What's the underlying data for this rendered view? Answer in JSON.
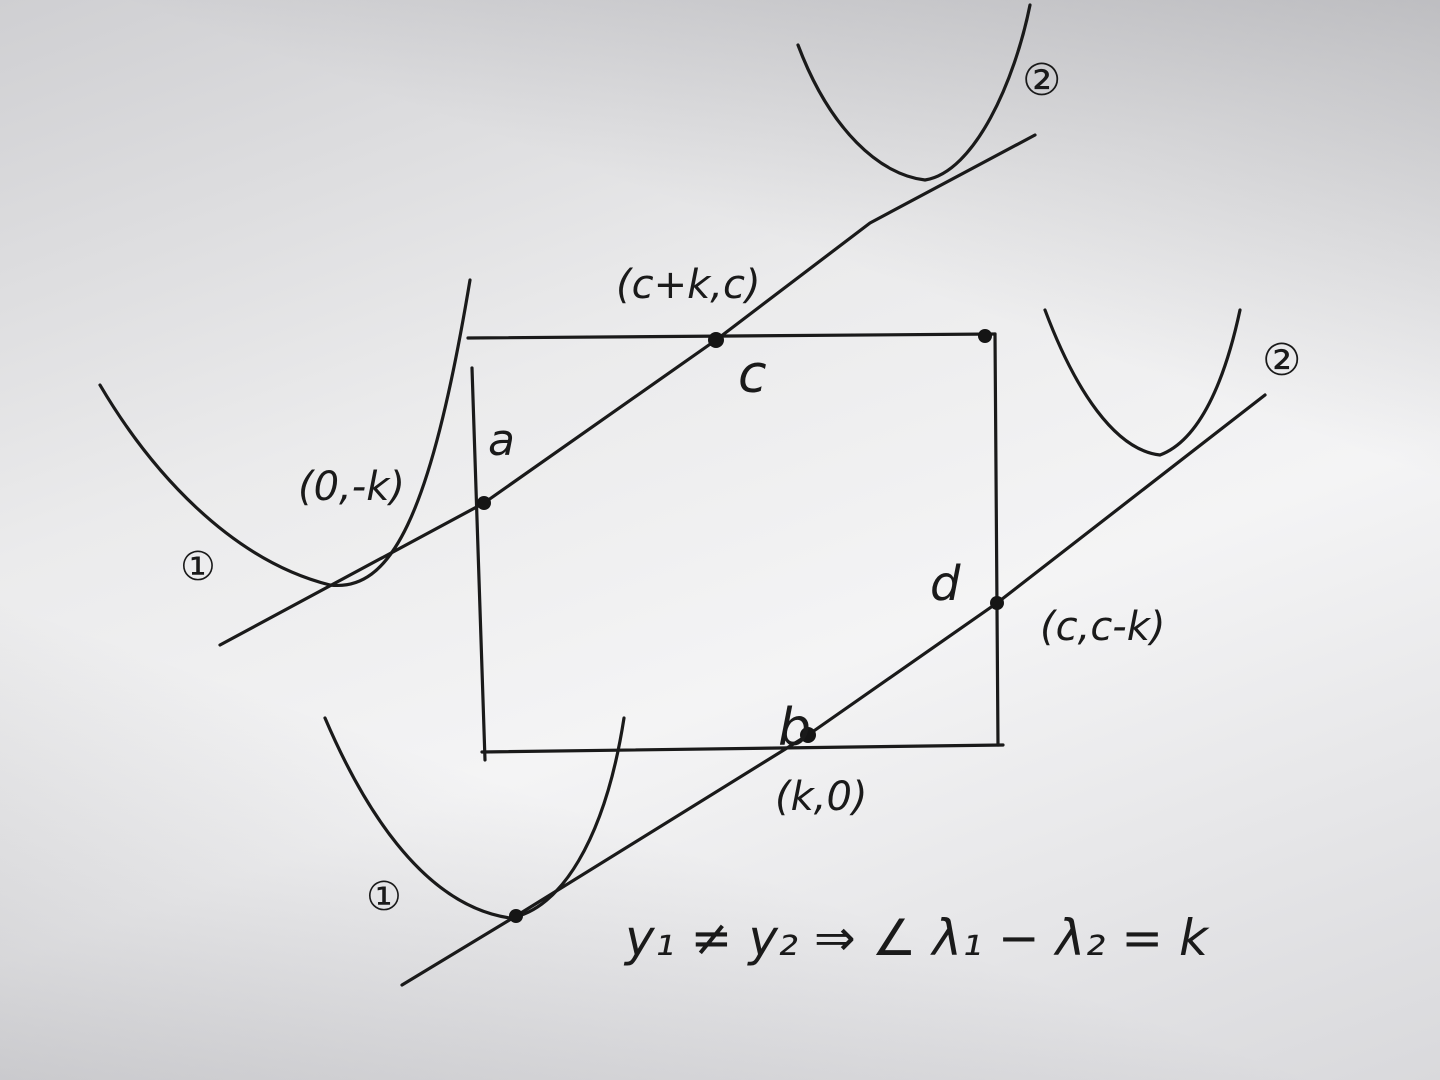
{
  "labels": {
    "point_a": "a",
    "point_b": "b",
    "point_c": "c",
    "point_d": "d",
    "coord_a": "(0,-k)",
    "coord_b": "(k,0)",
    "coord_c": "(c+k,c)",
    "coord_d": "(c,c-k)",
    "curve1_left_top": "①",
    "curve1_left_bottom": "①",
    "curve2_right_top": "②",
    "curve2_right_mid": "②",
    "equation": "y₁ ≠ y₂ ⇒ ∠ λ₁ − λ₂ = k"
  },
  "colors": {
    "ink": "#1a1a1a",
    "paper": "#f0f0f1"
  }
}
